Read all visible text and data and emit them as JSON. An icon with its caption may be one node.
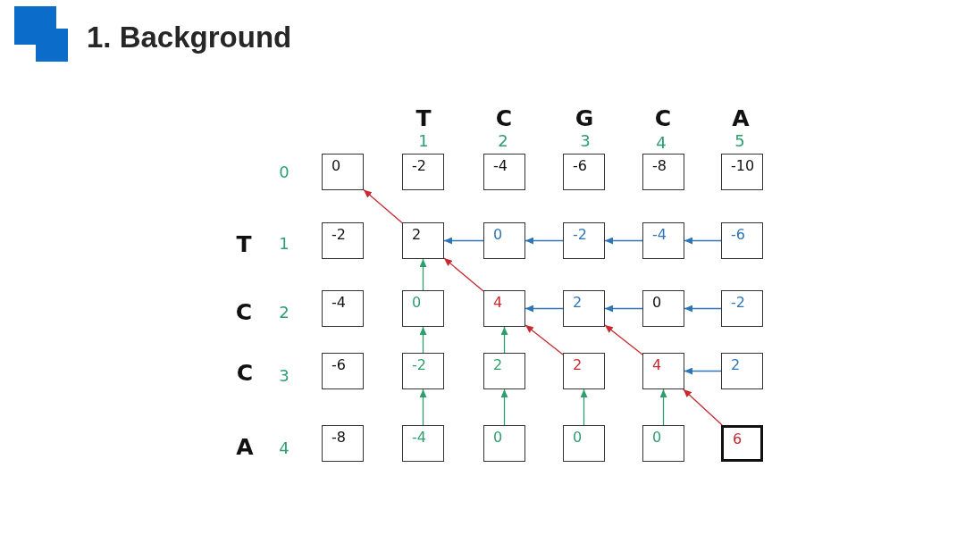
{
  "diagram": {
    "title": "1. Background",
    "nodes": [
      {
        "text": [
          "0"
        ]
      },
      {
        "text": [
          "-2"
        ]
      },
      {
        "text": [
          "-4"
        ]
      },
      {
        "text": [
          "-6"
        ]
      },
      {
        "text": [
          "-8"
        ]
      },
      {
        "text": [
          "-10"
        ]
      },
      {
        "text": [
          "-2"
        ]
      },
      {
        "text": [
          "2"
        ]
      },
      {
        "text": [
          "0"
        ]
      },
      {
        "text": [
          "-2"
        ]
      },
      {
        "text": [
          "-4"
        ]
      },
      {
        "text": [
          "-6"
        ]
      },
      {
        "text": [
          "-4"
        ]
      },
      {
        "text": [
          "0"
        ]
      },
      {
        "text": [
          "4"
        ]
      },
      {
        "text": [
          "2"
        ]
      },
      {
        "text": [
          "0"
        ]
      },
      {
        "text": [
          "-2"
        ]
      },
      {
        "text": [
          "-6"
        ]
      },
      {
        "text": [
          "-2"
        ]
      },
      {
        "text": [
          "2"
        ]
      },
      {
        "text": [
          "2"
        ]
      },
      {
        "text": [
          "4"
        ]
      },
      {
        "text": [
          "2"
        ]
      },
      {
        "text": [
          "-8"
        ]
      },
      {
        "text": [
          "-4"
        ]
      },
      {
        "text": [
          "0"
        ]
      },
      {
        "text": [
          "0"
        ]
      },
      {
        "text": [
          "0"
        ]
      },
      {
        "text": [
          "6"
        ]
      }
    ],
    "edges": [
      {
        "from": 7,
        "to": 0,
        "arrow": "to",
        "color": "#c8282e"
      },
      {
        "from": 8,
        "to": 7,
        "arrow": "to"
      },
      {
        "from": 9,
        "to": 8,
        "arrow": "to"
      },
      {
        "from": 10,
        "to": 9,
        "arrow": "to"
      },
      {
        "from": 11,
        "to": 10,
        "arrow": "to"
      },
      {
        "from": 13,
        "to": 7,
        "arrow": "to",
        "color": "#2f9e6e"
      },
      {
        "from": 14,
        "to": 7,
        "arrow": "to",
        "color": "#c8282e"
      },
      {
        "from": 15,
        "to": 14,
        "arrow": "to"
      },
      {
        "from": 16,
        "to": 15,
        "arrow": "to"
      },
      {
        "from": 17,
        "to": 16,
        "arrow": "to"
      },
      {
        "from": 19,
        "to": 13,
        "arrow": "to",
        "color": "#2f9e6e"
      },
      {
        "from": 20,
        "to": 14,
        "arrow": "to",
        "color": "#2f9e6e"
      },
      {
        "from": 21,
        "to": 14,
        "arrow": "to",
        "color": "#c8282e"
      },
      {
        "from": 22,
        "to": 15,
        "arrow": "to",
        "color": "#c8282e"
      },
      {
        "from": 23,
        "to": 22,
        "arrow": "to"
      },
      {
        "from": 25,
        "to": 19,
        "arrow": "to",
        "color": "#2f9e6e"
      },
      {
        "from": 26,
        "to": 20,
        "arrow": "to",
        "color": "#2f9e6e"
      },
      {
        "from": 27,
        "to": 21,
        "arrow": "to",
        "color": "#2f9e6e"
      },
      {
        "from": 28,
        "to": 22,
        "arrow": "to",
        "color": "#2f9e6e"
      },
      {
        "from": 29,
        "to": 22,
        "arrow": "to",
        "color": "#c8282e"
      }
    ],
    "labels": [
      "T",
      "C",
      "G",
      "C",
      "A",
      "1",
      "2",
      "3",
      "4",
      "5",
      "0",
      "T",
      "1",
      "C",
      "2",
      "C",
      "3",
      "A",
      "4"
    ]
  }
}
